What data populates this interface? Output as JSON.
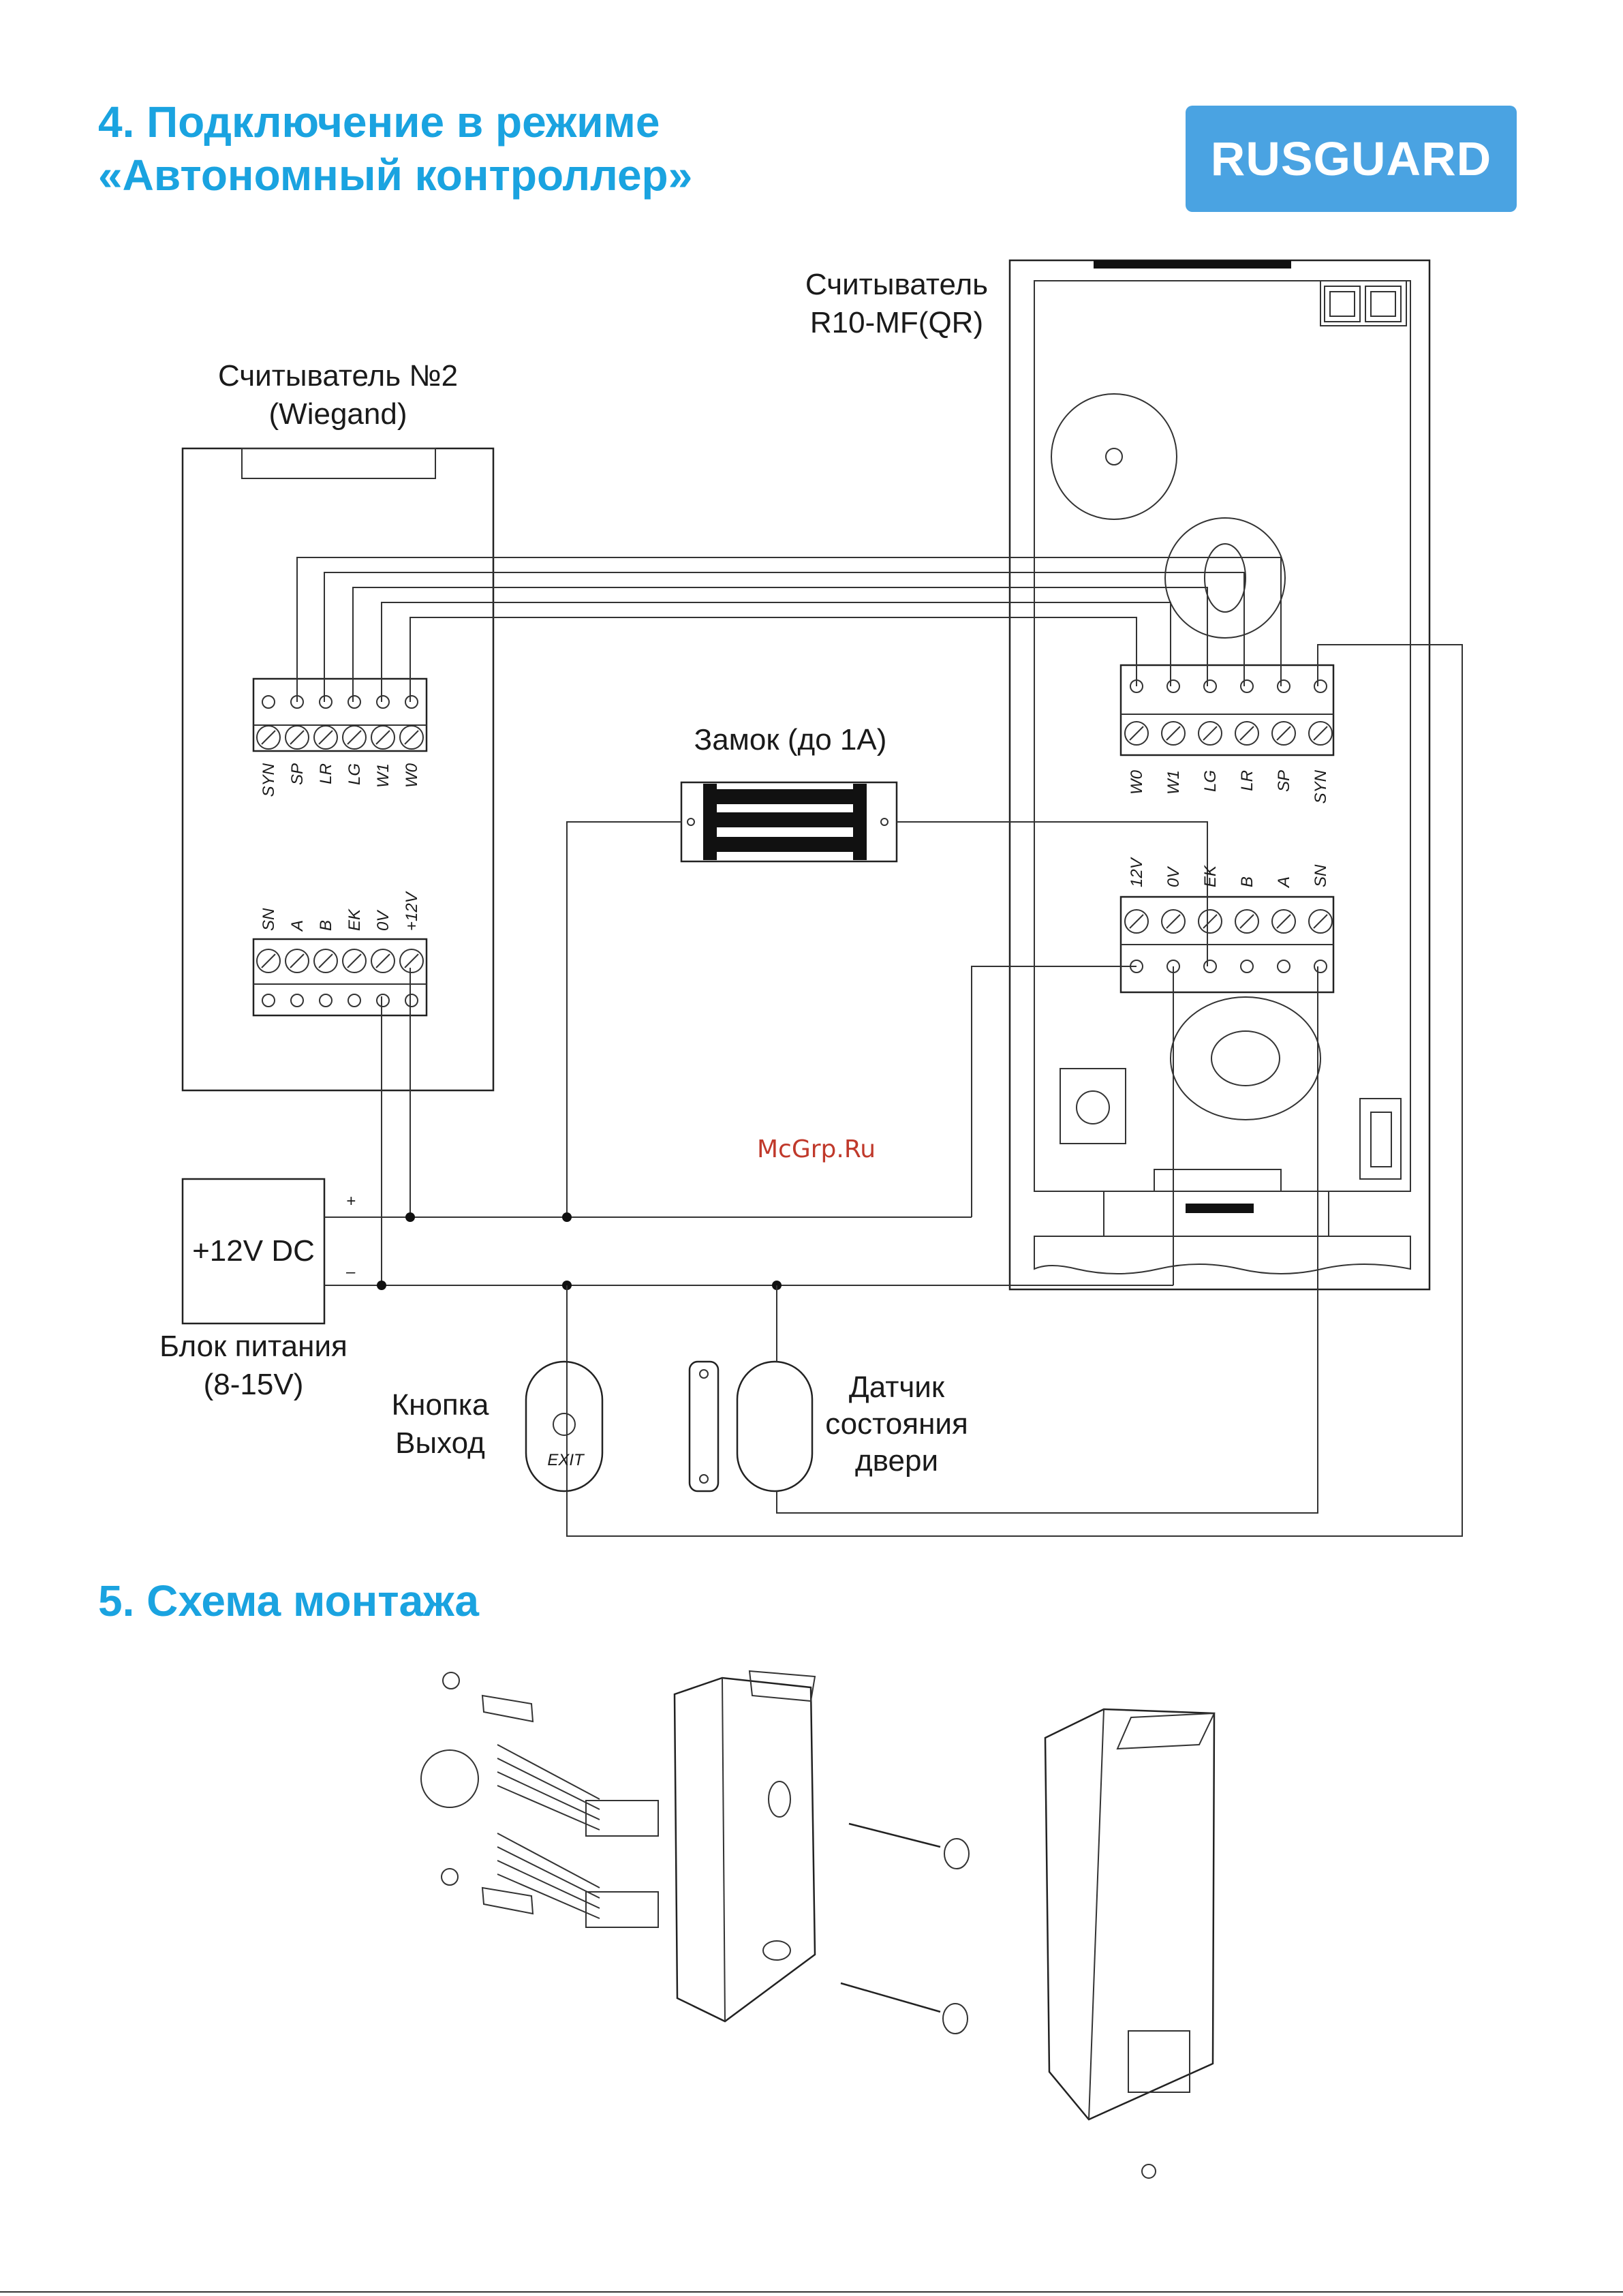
{
  "section4": {
    "line1": "4. Подключение в режиме",
    "line2": "«Автономный контроллер»"
  },
  "section5": {
    "title": "5. Схема монтажа"
  },
  "logo": {
    "text": "RUSGUARD",
    "color": "#4aa3e2"
  },
  "accent_color": "#1aa3e0",
  "reader_main": {
    "line1": "Считыватель",
    "line2": "R10-MF(QR)"
  },
  "reader2": {
    "line1": "Считыватель №2",
    "line2": "(Wiegand)"
  },
  "lock": {
    "label": "Замок (до 1А)"
  },
  "power": {
    "label": "+12V DC",
    "caption1": "Блок питания",
    "caption2": "(8-15V)",
    "plus": "+",
    "minus": "–"
  },
  "exit_button": {
    "line1": "Кнопка",
    "line2": "Выход",
    "text": "EXIT"
  },
  "door_sensor": {
    "line1": "Датчик",
    "line2": "состояния",
    "line3": "двери"
  },
  "watermark": "McGrp.Ru",
  "reader2_wiegand_pins": [
    "SYN",
    "SP",
    "LR",
    "LG",
    "W1",
    "W0"
  ],
  "reader2_power_pins": [
    "SN",
    "A",
    "B",
    "EK",
    "0V",
    "+12V"
  ],
  "main_wiegand_pins": [
    "W0",
    "W1",
    "LG",
    "LR",
    "SP",
    "SYN"
  ],
  "main_power_pins": [
    "12V",
    "0V",
    "EK",
    "B",
    "A",
    "SN"
  ]
}
